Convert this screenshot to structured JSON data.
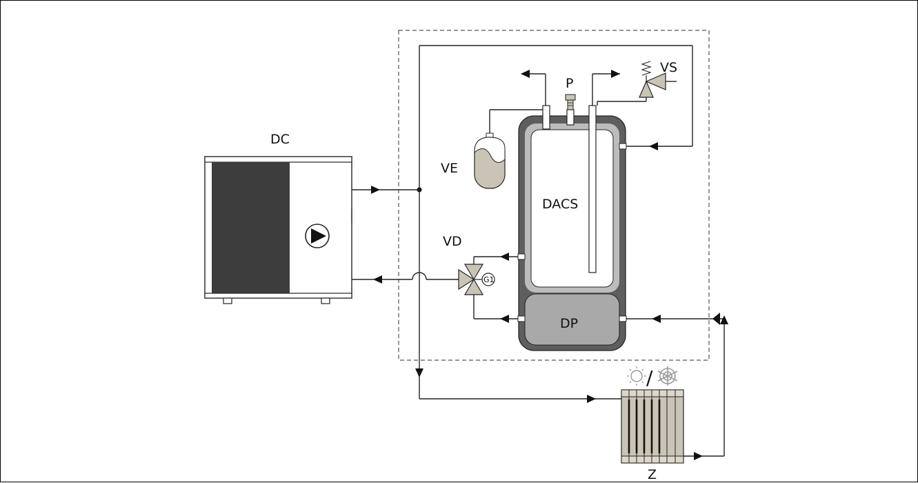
{
  "labels": {
    "heat_pump": "DC",
    "expansion_vessel": "VE",
    "dhw_tank": "DACS",
    "buffer_tank": "DP",
    "diverter_valve": "VD",
    "valve_signal": "G1",
    "safety_valve": "VS",
    "pressure_sensor": "P",
    "zone": "Z",
    "hot_cold_separator": "/"
  },
  "colors": {
    "outline": "#222222",
    "tank_shell": "#5e5e5e",
    "tank_inner": "#bcbcbc",
    "buffer_fill": "#a9a9a9",
    "component_beige": "#c9c4b6",
    "heat_pump_dark": "#3d3d3d",
    "dashed_box": "#555555"
  }
}
